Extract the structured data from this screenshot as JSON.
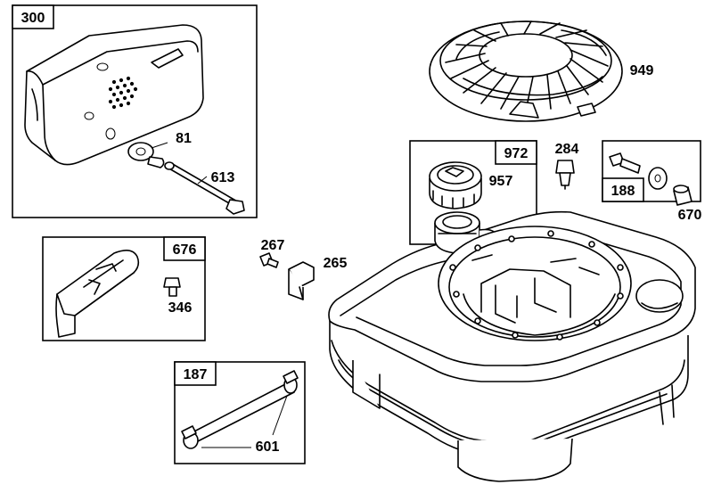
{
  "callouts": {
    "c300": "300",
    "c81": "81",
    "c613": "613",
    "c949": "949",
    "c972": "972",
    "c957": "957",
    "c284": "284",
    "c188": "188",
    "c670": "670",
    "c676": "676",
    "c346": "346",
    "c267": "267",
    "c265": "265",
    "c187": "187",
    "c601": "601"
  }
}
